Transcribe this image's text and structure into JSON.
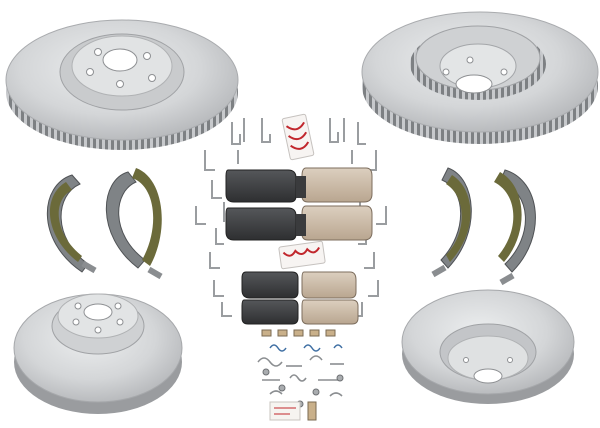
{
  "image": {
    "kind": "product photo",
    "background_color": "#ffffff"
  },
  "components": {
    "front_rotors": 2,
    "rear_rotors": 2,
    "parking_brake_shoes": 4,
    "disc_pad_sets": 4,
    "hardware_clips": 24,
    "hardware_packets": 2
  },
  "colors": {
    "rotor_coating": "#d4d6d8",
    "rotor_shadow": "#9a9c9f",
    "shoe_steel": "#7f8386",
    "shoe_lining": "#6b6a3a",
    "ceramic_pad": "#c9b9a6",
    "semi_metallic_pad": "#3e3f42",
    "packet_red": "#c1272d"
  }
}
